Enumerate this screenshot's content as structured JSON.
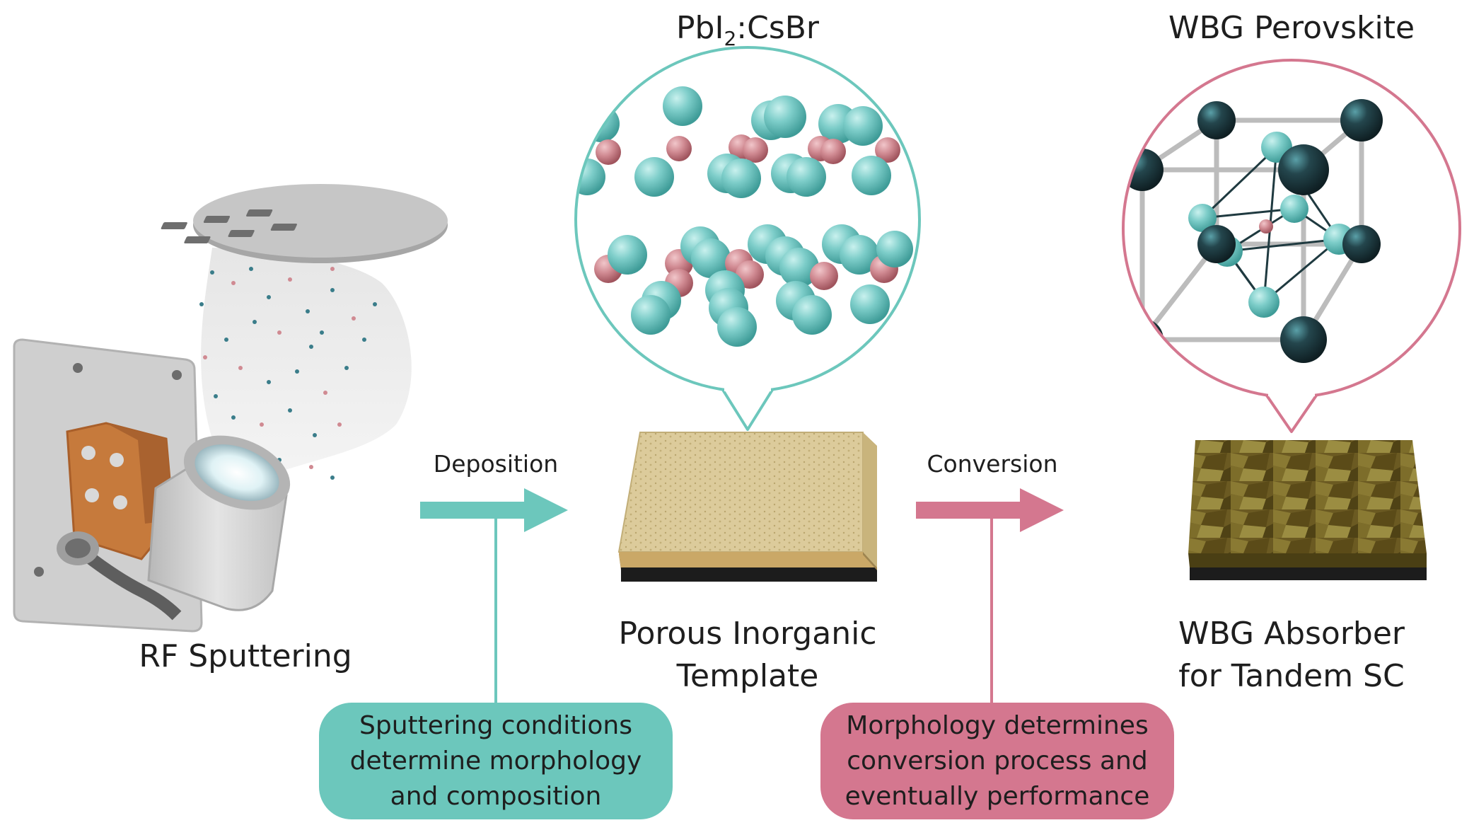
{
  "colors": {
    "teal": "#6cc7bc",
    "pink": "#d4778f",
    "teal_sphere": "#72c9c5",
    "pink_sphere": "#d08a92",
    "dark_sphere": "#1f3a40",
    "template_film": "#d8c697",
    "absorber_film": "#6b5a22",
    "substrate": "#1c1c1c"
  },
  "icons": {
    "sputter": "sputtering-source-icon",
    "template": "porous-template-film-icon",
    "absorber": "absorber-film-icon",
    "molecule": "ion-spheres-icon",
    "crystal": "perovskite-unit-cell-icon"
  },
  "labels": {
    "bubble1_title_main": "PbI",
    "bubble1_title_sub": "2",
    "bubble1_title_rest": ":CsBr",
    "bubble2_title": "WBG Perovskite",
    "rf_sputtering": "RF Sputtering",
    "deposition": "Deposition",
    "conversion": "Conversion",
    "template_line1": "Porous Inorganic",
    "template_line2": "Template",
    "absorber_line1": "WBG Absorber",
    "absorber_line2": "for Tandem SC"
  },
  "notes": {
    "teal_line1": "Sputtering conditions",
    "teal_line2": "determine morphology",
    "teal_line3": "and composition",
    "pink_line1": "Morphology determines",
    "pink_line2": "conversion process and",
    "pink_line3": "eventually performance"
  }
}
